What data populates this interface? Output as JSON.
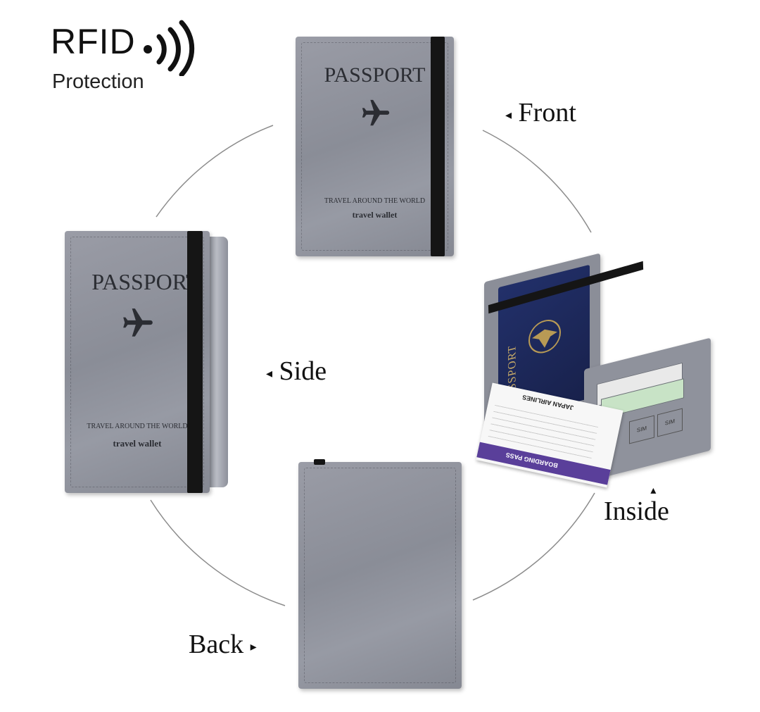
{
  "rfid": {
    "title": "RFID",
    "subtitle": "Protection"
  },
  "cover": {
    "title": "PASSPORT",
    "tagline": "TRAVEL AROUND THE WORLD",
    "sub": "travel wallet"
  },
  "views": {
    "front": "Front",
    "side": "Side",
    "inside": "Inside",
    "back": "Back"
  },
  "inside_detail": {
    "booklet_title": "PASSPORT",
    "ticket_airline": "JAPAN AIRLINES",
    "ticket_band": "BOARDING PASS",
    "sim_1": "SIM",
    "sim_2": "SIM"
  },
  "colors": {
    "cover": "#8f929c",
    "band": "#151515",
    "passport_blue": "#1f2a57",
    "ticket_band": "#5a3f9a"
  }
}
